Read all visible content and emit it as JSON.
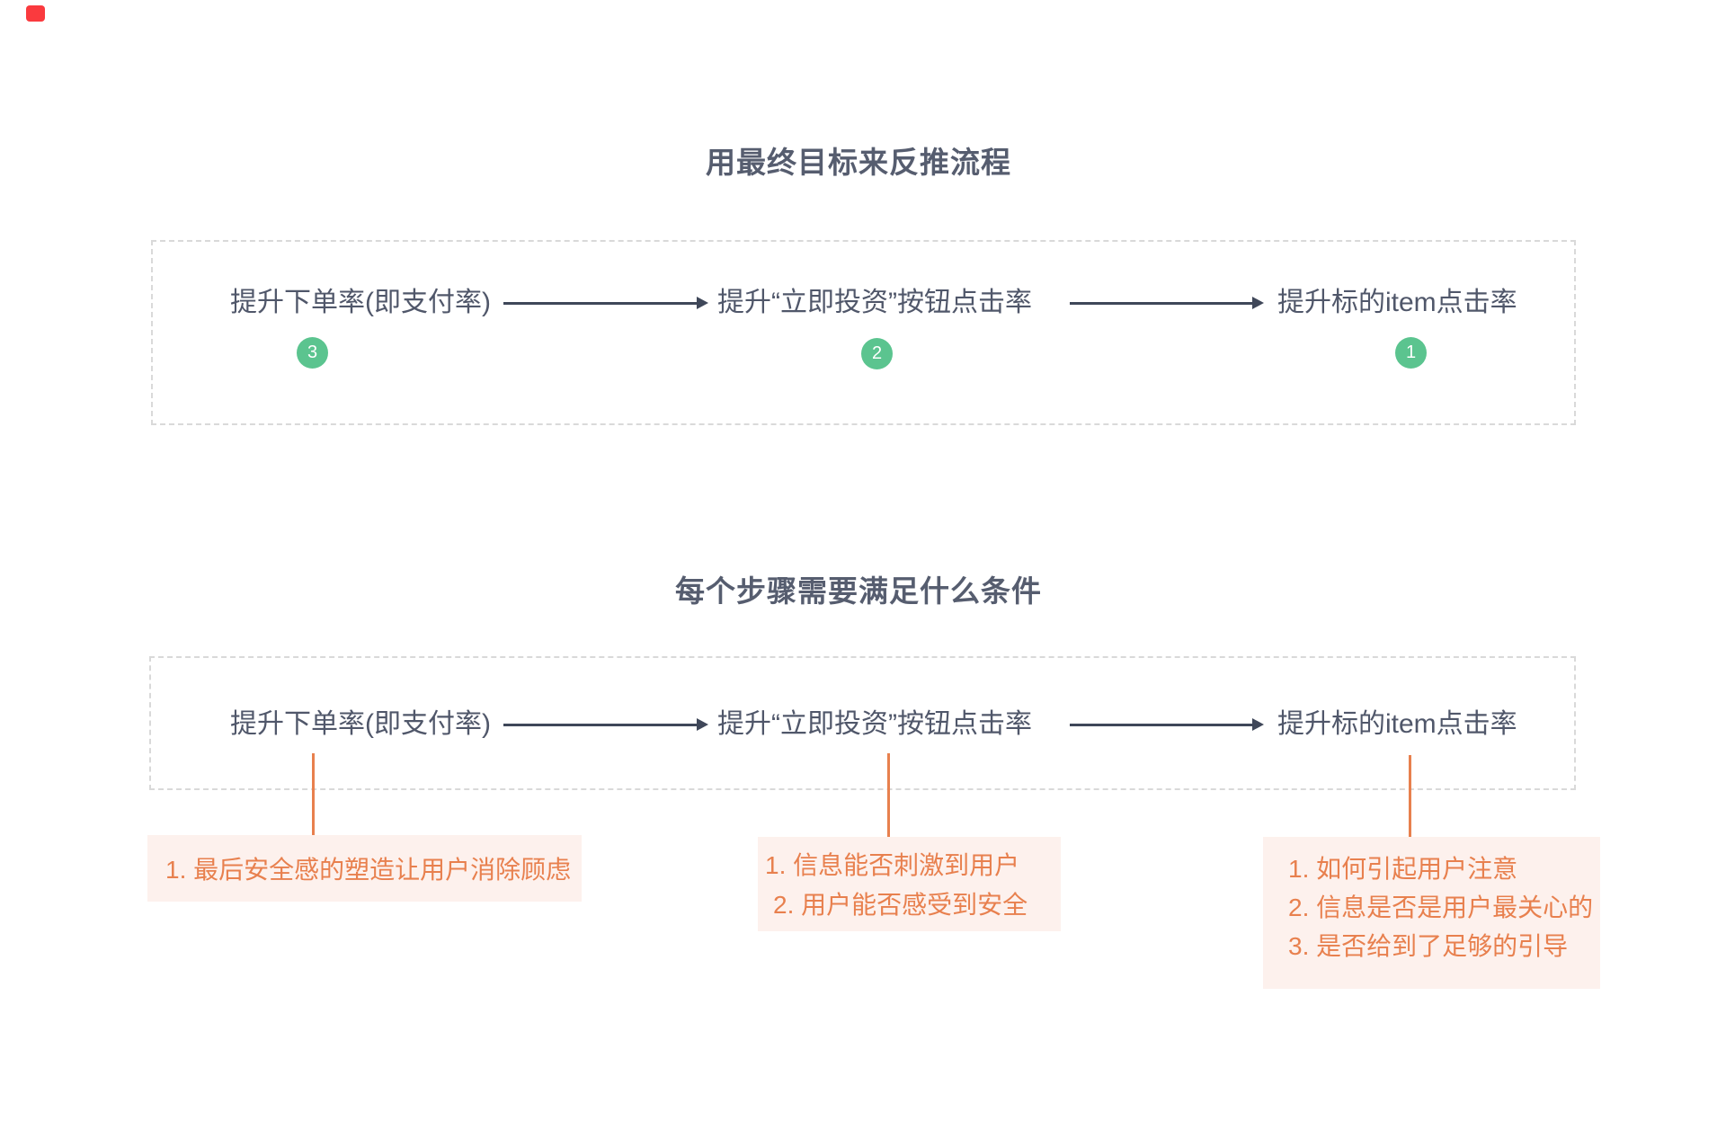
{
  "colors": {
    "background": "#ffffff",
    "title_text": "#565d6f",
    "node_text": "#50576a",
    "arrow": "#3f4759",
    "badge_green": "#5bc48f",
    "badge_number_text": "#ffffff",
    "accent_orange": "#e8804e",
    "note_background": "#fdf1ed",
    "dashed_border": "#d9d9d9",
    "corner_mark_red": "#fa3a3e"
  },
  "section_goal": {
    "title": "用最终目标来反推流程"
  },
  "section_conditions": {
    "title": "每个步骤需要满足什么条件"
  },
  "flow": {
    "nodes": [
      {
        "label": "提升下单率(即支付率)",
        "badge": "3"
      },
      {
        "label": "提升“立即投资”按钮点击率",
        "badge": "2"
      },
      {
        "label": "提升标的item点击率",
        "badge": "1"
      }
    ]
  },
  "notes": [
    {
      "items": [
        "1. 最后安全感的塑造让用户消除顾虑"
      ]
    },
    {
      "items": [
        "1. 信息能否刺激到用户",
        "2. 用户能否感受到安全"
      ]
    },
    {
      "items": [
        "1. 如何引起用户注意",
        "2. 信息是否是用户最关心的",
        "3. 是否给到了足够的引导"
      ]
    }
  ]
}
